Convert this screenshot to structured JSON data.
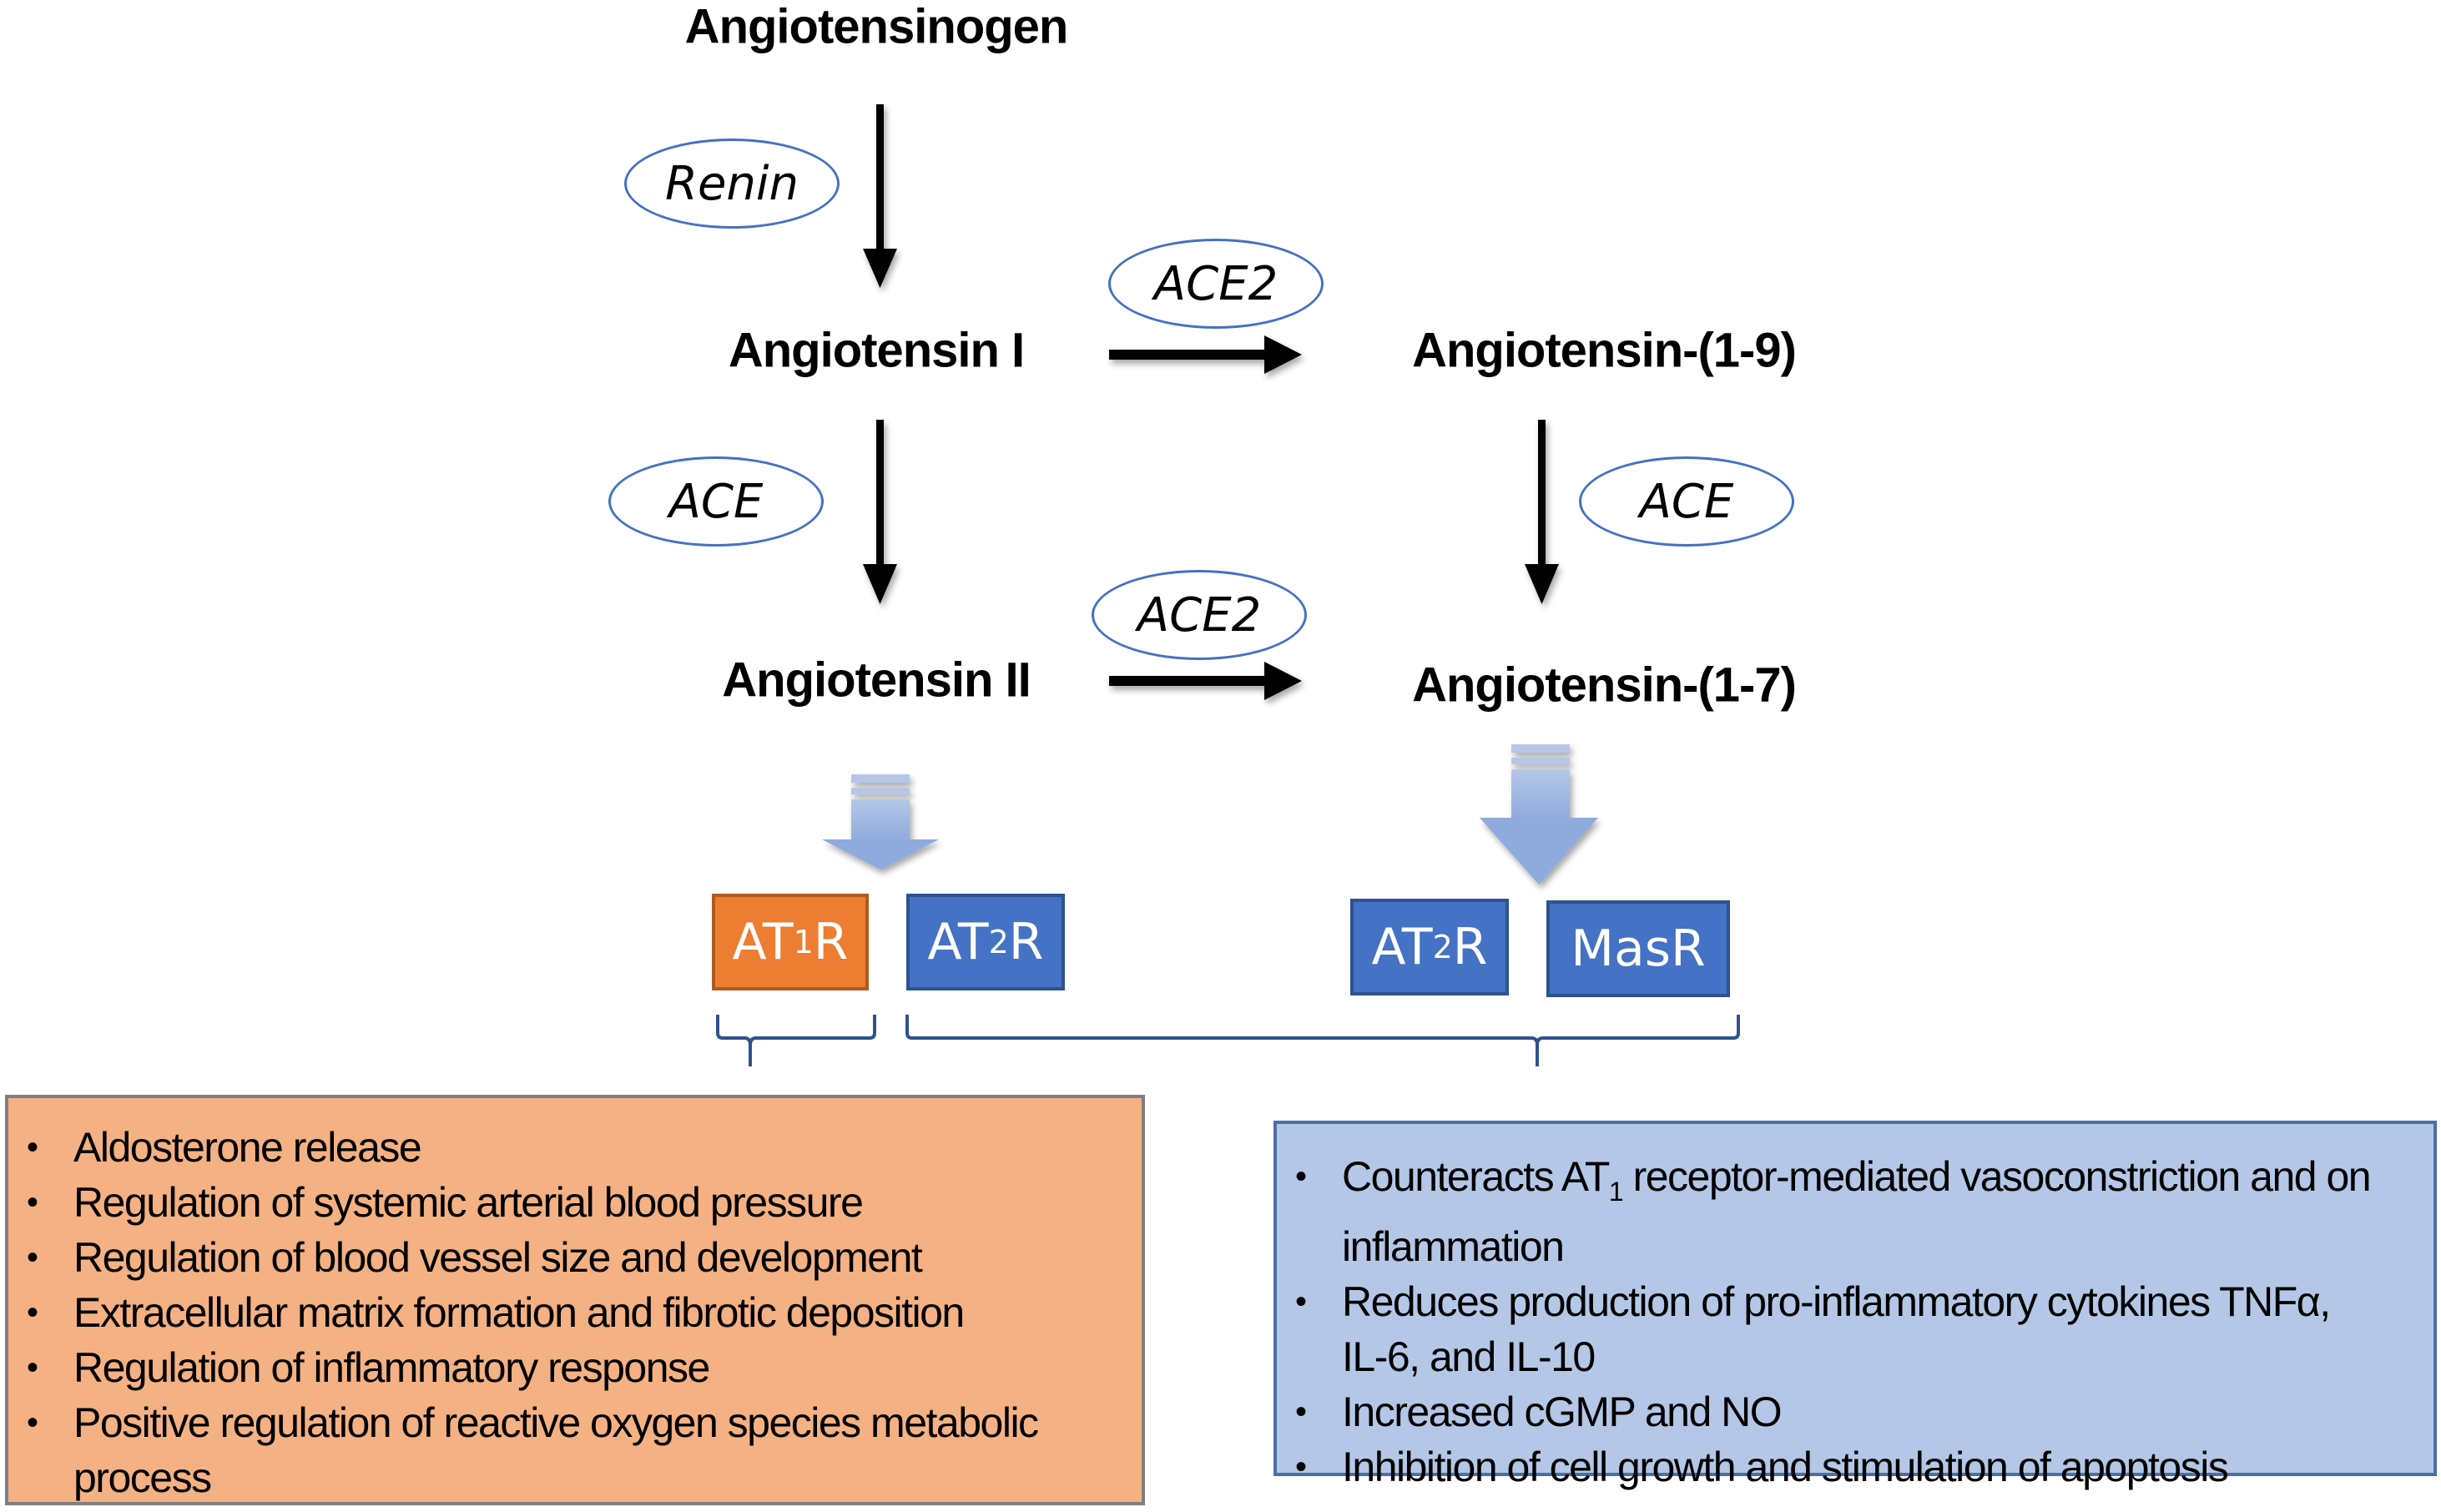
{
  "nodes": {
    "angiotensinogen": "Angiotensinogen",
    "angiotensin_1": "Angiotensin I",
    "angiotensin_2": "Angiotensin II",
    "angiotensin_1_9": "Angiotensin-(1-9)",
    "angiotensin_1_7": "Angiotensin-(1-7)"
  },
  "enzymes": {
    "renin": "Renin",
    "ace2_top": "ACE2",
    "ace_left": "ACE",
    "ace_right": "ACE",
    "ace2_bottom": "ACE2"
  },
  "receptors": {
    "at1r": {
      "prefix": "AT",
      "sub": "1",
      "suffix": "R",
      "color": "#ed7d31"
    },
    "at2r_left": {
      "prefix": "AT",
      "sub": "2",
      "suffix": "R",
      "color": "#4472c4"
    },
    "at2r_right": {
      "prefix": "AT",
      "sub": "2",
      "suffix": "R",
      "color": "#4472c4"
    },
    "masr": {
      "label": "MasR",
      "color": "#4472c4"
    }
  },
  "effects": {
    "at1r_panel": {
      "color": "#f4b183",
      "items": [
        "Aldosterone release",
        "Regulation of systemic arterial blood pressure",
        "Regulation of blood vessel size and development",
        "Extracellular matrix formation and fibrotic deposition",
        "Regulation of inflammatory response",
        "Positive regulation of reactive oxygen species metabolic process"
      ]
    },
    "protective_panel": {
      "color": "#b4c7e7",
      "item0_pre": "Counteracts AT",
      "item0_sub": "1",
      "item0_post": " receptor-mediated vasoconstriction and on inflammation",
      "items": [
        "Reduces production of pro-inflammatory cytokines TNFα, IL-6, and IL-10",
        "Increased cGMP and NO",
        "Inhibition of cell growth and stimulation of apoptosis"
      ]
    }
  },
  "bullet_char": "•"
}
